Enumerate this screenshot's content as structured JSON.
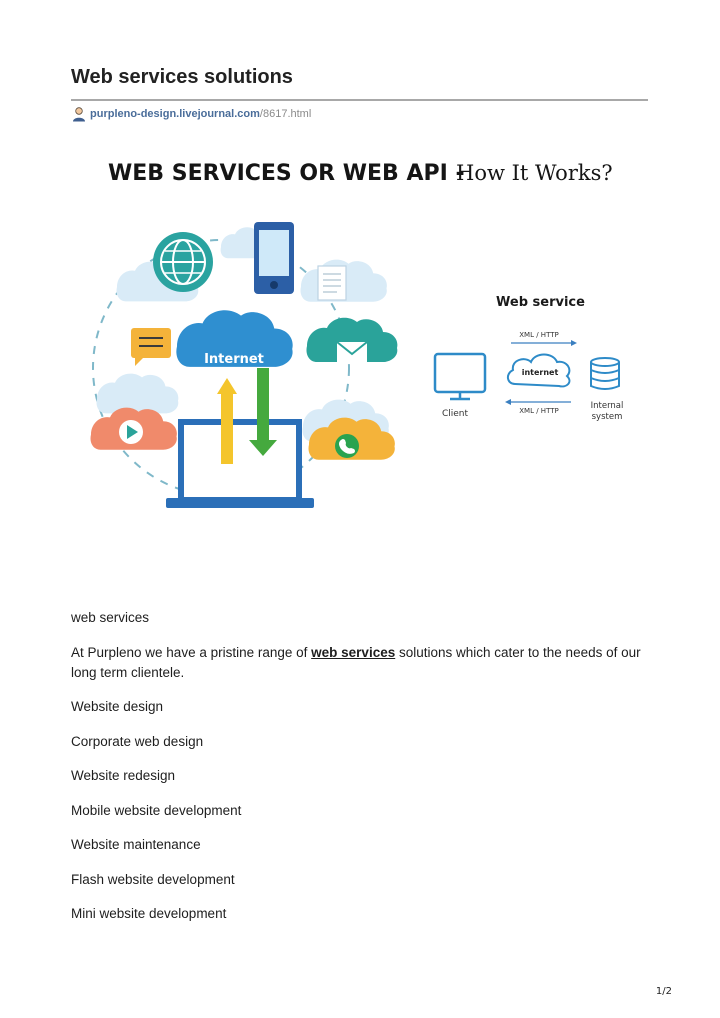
{
  "header": {
    "title": "Web services solutions",
    "source_domain": "purpleno-design.livejournal.com",
    "source_path": "/8617.html"
  },
  "hero_image": {
    "headline_bold": "WEB SERVICES OR WEB API -",
    "headline_light": "How It Works?",
    "cloud_label": "Internet",
    "diagram": {
      "title": "Web service",
      "top_arrow_label": "XML / HTTP",
      "bottom_arrow_label": "XML / HTTP",
      "client_label": "Client",
      "internet_label": "internet",
      "system_label_line1": "Internal",
      "system_label_line2": "system"
    }
  },
  "content": {
    "caption": "web services",
    "intro_before": "At Purpleno we have a pristine range of ",
    "intro_link": "web services",
    "intro_after": " solutions which cater to the needs of our long term clientele.",
    "services": [
      "Website design",
      "Corporate web design",
      "Website redesign",
      "Mobile website development",
      "Website maintenance",
      "Flash website development",
      "Mini website development"
    ]
  },
  "footer": {
    "page_number": "1/2"
  }
}
